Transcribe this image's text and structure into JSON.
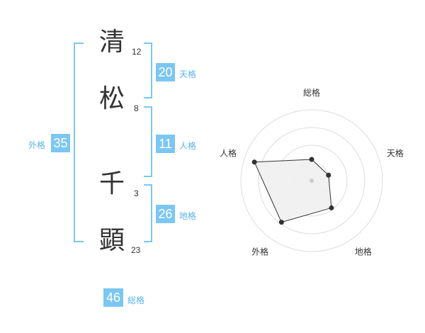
{
  "name_chars": [
    {
      "char": "清",
      "strokes": "12"
    },
    {
      "char": "松",
      "strokes": "8"
    },
    {
      "char": "千",
      "strokes": "3"
    },
    {
      "char": "顕",
      "strokes": "23"
    }
  ],
  "kaku": {
    "tenkaku": {
      "value": "20",
      "label": "天格"
    },
    "jinkaku": {
      "value": "11",
      "label": "人格"
    },
    "chikaku": {
      "value": "26",
      "label": "地格"
    },
    "gaikaku": {
      "value": "35",
      "label": "外格"
    },
    "soukaku": {
      "value": "46",
      "label": "総格"
    }
  },
  "colors": {
    "accent": "#7cc6f2",
    "label_accent": "#5ab4ea",
    "text": "#333333",
    "radar_fill": "#efefef"
  },
  "chart_data": {
    "type": "radar",
    "axes": [
      "総格",
      "天格",
      "地格",
      "外格",
      "人格"
    ],
    "max": 4,
    "values": [
      1.2,
      1.0,
      1.9,
      2.9,
      3.4
    ],
    "rings": 4
  }
}
